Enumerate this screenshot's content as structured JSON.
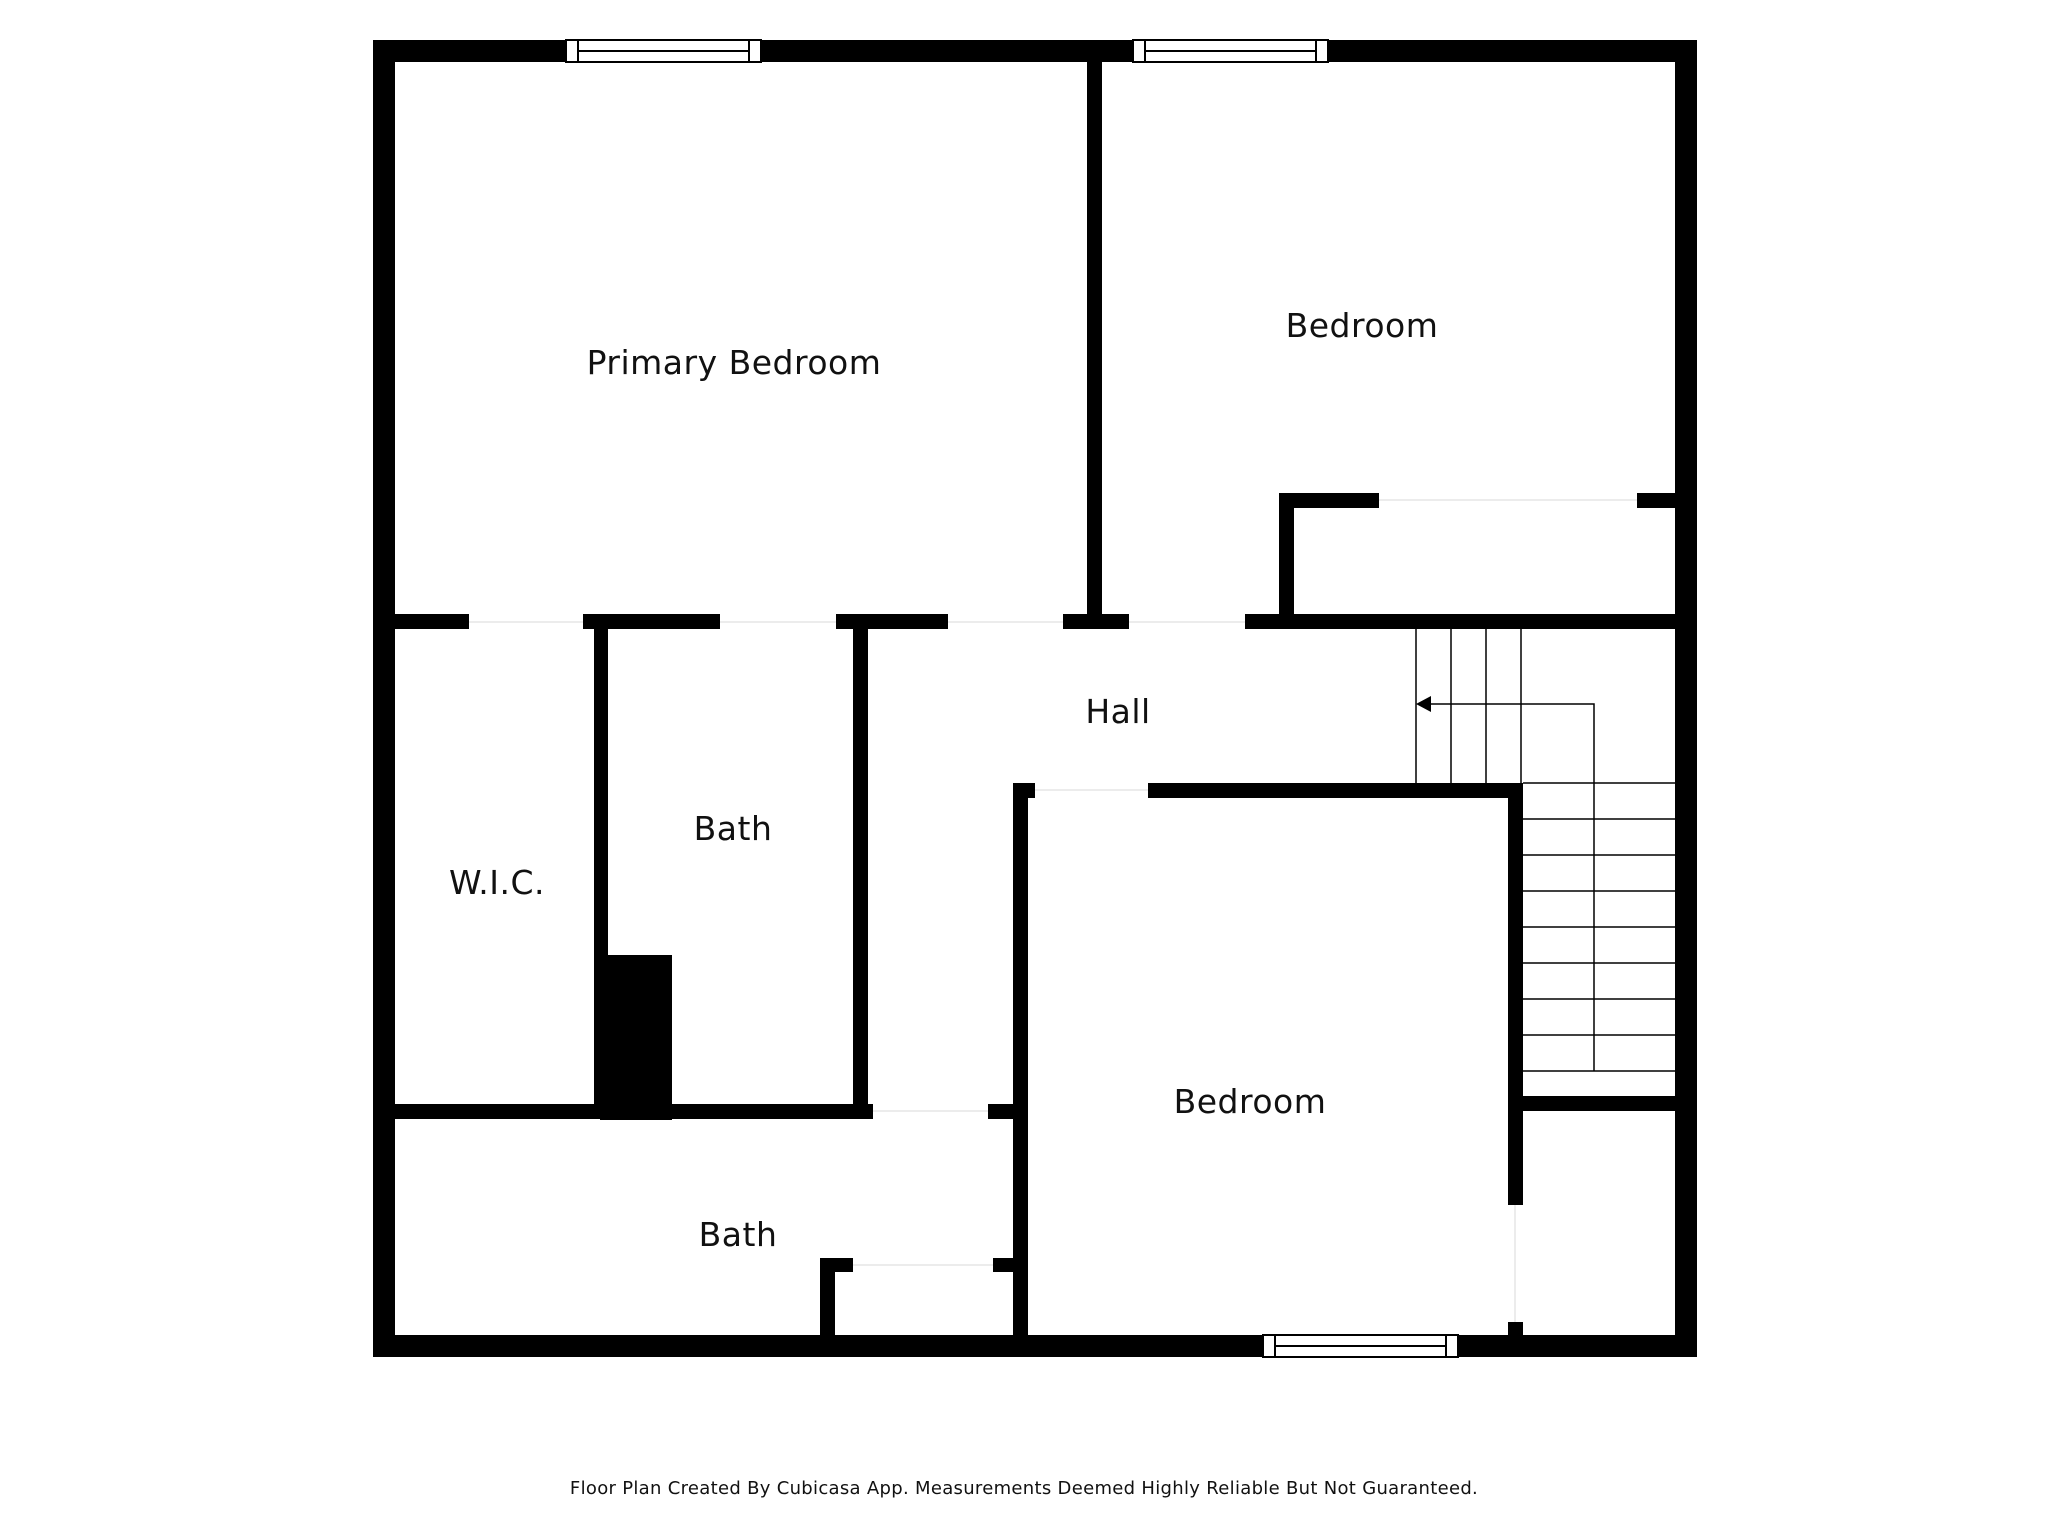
{
  "rooms": {
    "primary_bedroom": "Primary Bedroom",
    "bedroom_top": "Bedroom",
    "hall": "Hall",
    "wic": "W.I.C.",
    "bath_upper": "Bath",
    "bath_lower": "Bath",
    "bedroom_bottom": "Bedroom"
  },
  "footer": "Floor Plan Created By Cubicasa App. Measurements Deemed Highly Reliable But Not Guaranteed.",
  "colors": {
    "wall": "#000000",
    "background": "#ffffff",
    "text": "#111111"
  }
}
